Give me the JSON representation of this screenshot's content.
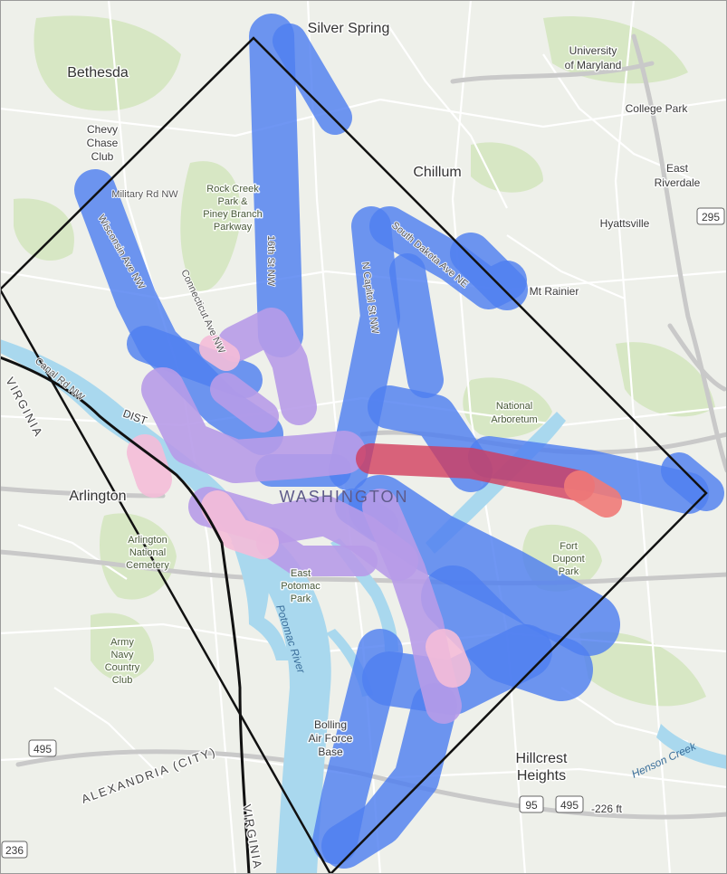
{
  "map": {
    "colors": {
      "land": "#eef0ea",
      "park": "#d7e7c4",
      "water": "#a9d8ee",
      "roads": "#ffffff",
      "highway": "#c9c9c9",
      "boundary": "#111111",
      "coverage_blue": "#4f7ff0",
      "coverage_purple": "#b79be8",
      "coverage_pink": "#f4bcd8",
      "coverage_red": "#d23a5a",
      "coverage_salmon": "#f07a78"
    },
    "labels": {
      "silver_spring": "Silver Spring",
      "bethesda": "Bethesda",
      "university_maryland_1": "University",
      "university_maryland_2": "of Maryland",
      "college_park": "College Park",
      "chevy_chase_1": "Chevy",
      "chevy_chase_2": "Chase",
      "chevy_chase_3": "Club",
      "chillum": "Chillum",
      "east_riverdale_1": "East",
      "east_riverdale_2": "Riverdale",
      "rock_creek_1": "Rock Creek",
      "rock_creek_2": "Park &",
      "rock_creek_3": "Piney Branch",
      "rock_creek_4": "Parkway",
      "military_rd": "Military Rd NW",
      "hyattsville": "Hyattsville",
      "mt_rainier": "Mt Rainier",
      "connecticut_ave": "Connecticut Ave NW",
      "wisconsin_ave": "Wisconsin Ave NW",
      "sixteenth_st": "16th St NW",
      "north_capitol": "N Capitol St NW",
      "south_dakota": "South Dakota Ave NE",
      "canal_rd": "Canal Rd NW",
      "virginia_top": "VIRGINIA",
      "national_arboretum_1": "National",
      "national_arboretum_2": "Arboretum",
      "dist": "DIST",
      "arlington": "Arlington",
      "washington": "WASHINGTON",
      "arlington_cemetery_1": "Arlington",
      "arlington_cemetery_2": "National",
      "arlington_cemetery_3": "Cemetery",
      "east_potomac_1": "East",
      "east_potomac_2": "Potomac",
      "east_potomac_3": "Park",
      "fort_dupont_1": "Fort",
      "fort_dupont_2": "Dupont",
      "fort_dupont_3": "Park",
      "army_navy_1": "Army",
      "army_navy_2": "Navy",
      "army_navy_3": "Country",
      "army_navy_4": "Club",
      "potomac_river": "Potomac River",
      "bolling_1": "Bolling",
      "bolling_2": "Air Force",
      "bolling_3": "Base",
      "hillcrest_1": "Hillcrest",
      "hillcrest_2": "Heights",
      "alexandria": "ALEXANDRIA (CITY)",
      "henson_creek": "Henson Creek",
      "elevation": "-226 ft",
      "virginia_bottom": "VIRGINIA",
      "shield_495a": "495",
      "shield_495b": "495",
      "shield_95": "95",
      "shield_295": "295",
      "shield_236": "236"
    }
  }
}
